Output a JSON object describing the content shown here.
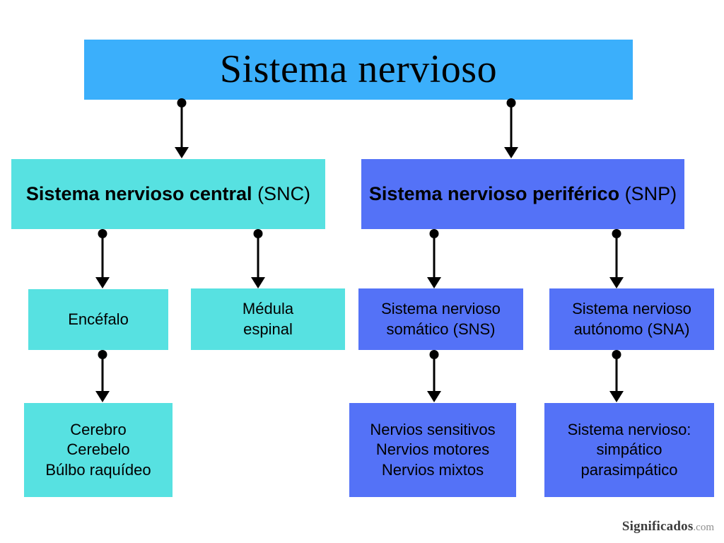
{
  "diagram": {
    "title": "Sistema nervioso",
    "watermark": {
      "brand": "Significados",
      "tld": ".com"
    },
    "colors": {
      "title_bar": "#3BAFFB",
      "central_branch": "#57E1E1",
      "peripheral_branch": "#5472F7",
      "connector": "#000000",
      "background": "#FFFFFF",
      "text": "#000000"
    },
    "nodes": {
      "title": "Sistema nervioso",
      "central": {
        "bold": "Sistema nervioso central",
        "light": " (SNC)"
      },
      "peripheral": {
        "bold": "Sistema nervioso periférico",
        "light": " (SNP)"
      },
      "encefalo": "Encéfalo",
      "medula": "Médula\nespinal",
      "somatico": "Sistema nervioso\nsomático (SNS)",
      "autonomo": "Sistema nervioso\nautónomo (SNA)",
      "encefalo_parts": "Cerebro\nCerebelo\nBúlbo raquídeo",
      "somatico_parts": "Nervios sensitivos\nNervios motores\nNervios mixtos",
      "autonomo_parts": "Sistema nervioso:\nsimpático\nparasimpático"
    },
    "connectors": [
      {
        "name": "title-to-central",
        "from": "title",
        "to": "central"
      },
      {
        "name": "title-to-peripheral",
        "from": "title",
        "to": "peripheral"
      },
      {
        "name": "central-to-encefalo",
        "from": "central",
        "to": "encefalo"
      },
      {
        "name": "central-to-medula",
        "from": "central",
        "to": "medula"
      },
      {
        "name": "peripheral-to-somatico",
        "from": "peripheral",
        "to": "somatico"
      },
      {
        "name": "peripheral-to-autonomo",
        "from": "peripheral",
        "to": "autonomo"
      },
      {
        "name": "encefalo-to-parts",
        "from": "encefalo",
        "to": "encefalo_parts"
      },
      {
        "name": "somatico-to-parts",
        "from": "somatico",
        "to": "somatico_parts"
      },
      {
        "name": "autonomo-to-parts",
        "from": "autonomo",
        "to": "autonomo_parts"
      }
    ]
  }
}
